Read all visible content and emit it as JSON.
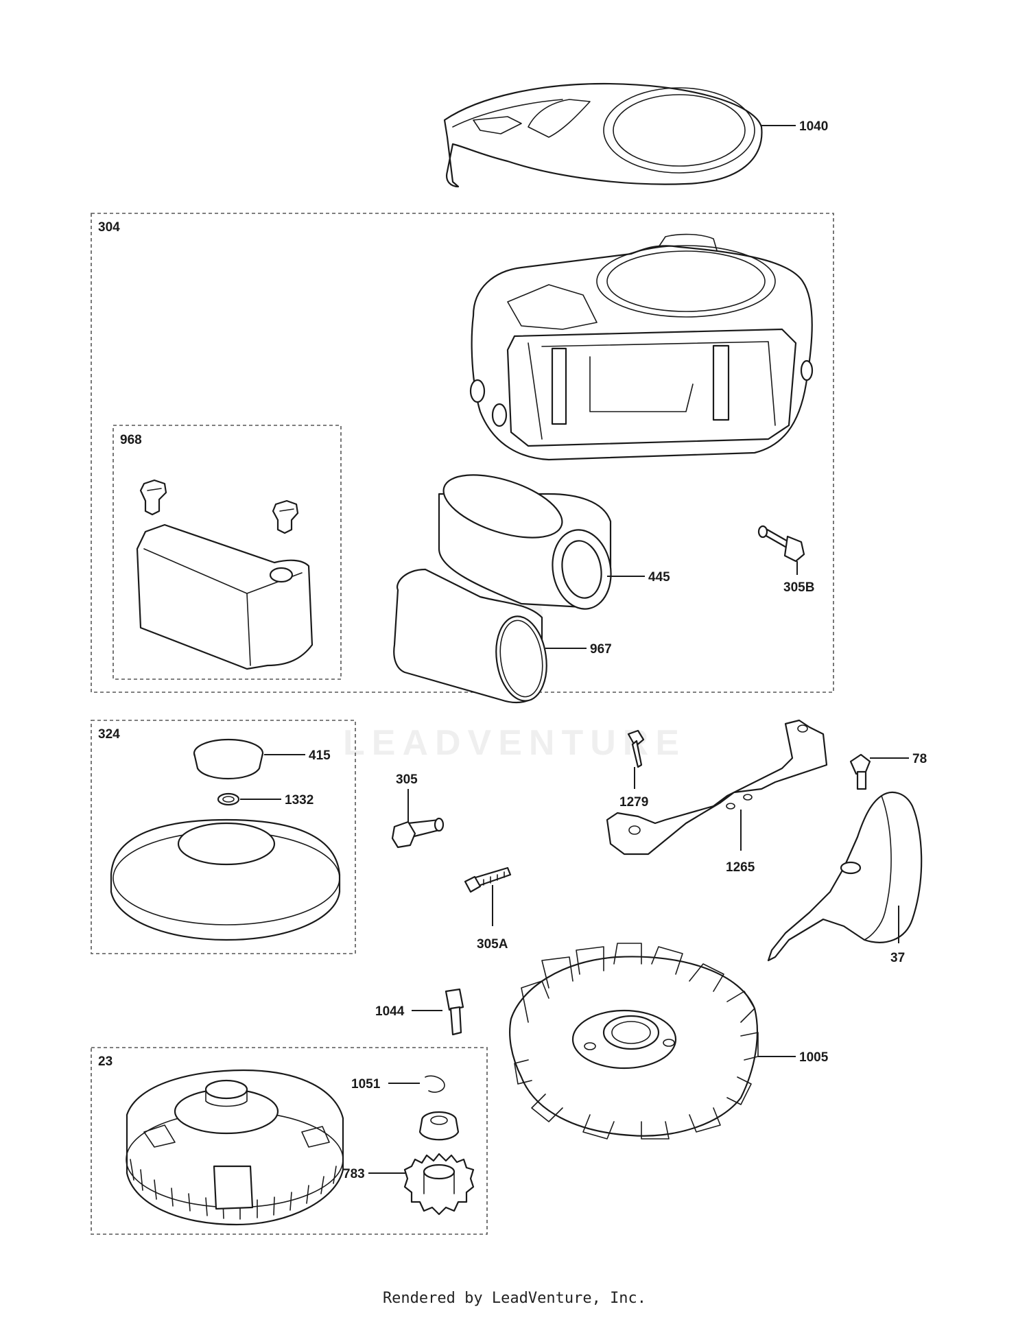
{
  "watermark": "LEADVENTURE",
  "footer": "Rendered by LeadVenture, Inc.",
  "groups": {
    "g304": "304",
    "g968": "968",
    "g324": "324",
    "g23": "23"
  },
  "callouts": {
    "p1040": "1040",
    "p445": "445",
    "p305B": "305B",
    "p967": "967",
    "p415": "415",
    "p1332": "1332",
    "p305": "305",
    "p305A": "305A",
    "p1279": "1279",
    "p1265": "1265",
    "p78": "78",
    "p37": "37",
    "p1044": "1044",
    "p1005": "1005",
    "p1051": "1051",
    "p783": "783"
  }
}
